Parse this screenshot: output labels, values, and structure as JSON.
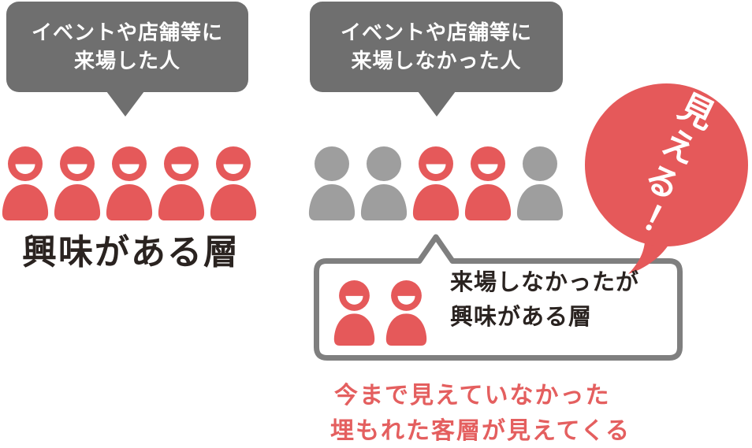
{
  "colors": {
    "red": "#e5595a",
    "person_gray": "#9e9e9e",
    "bubble_gray": "#6f6f6f",
    "box_border_gray": "#7f7f7f",
    "dark_text": "#2a2320",
    "note_red": "#e45f5f"
  },
  "top_bubbles": {
    "visited": {
      "line1": "イベントや店舗等に",
      "line2": "来場した人"
    },
    "not_visited": {
      "line1": "イベントや店舗等に",
      "line2": "来場しなかった人"
    }
  },
  "left_group": {
    "people": [
      "smiling-red",
      "smiling-red",
      "smiling-red",
      "smiling-red",
      "smiling-red"
    ],
    "label": "興味がある層"
  },
  "right_group": {
    "people": [
      "gray",
      "gray",
      "smiling-red",
      "smiling-red",
      "gray"
    ]
  },
  "reveal_bubble": {
    "text": "見える！"
  },
  "highlight_box": {
    "people": [
      "smiling-red",
      "smiling-red"
    ],
    "line1": "来場しなかったが",
    "line2": "興味がある層"
  },
  "bottom_note": {
    "line1": "今まで見えていなかった",
    "line2": "埋もれた客層が見えてくる"
  }
}
